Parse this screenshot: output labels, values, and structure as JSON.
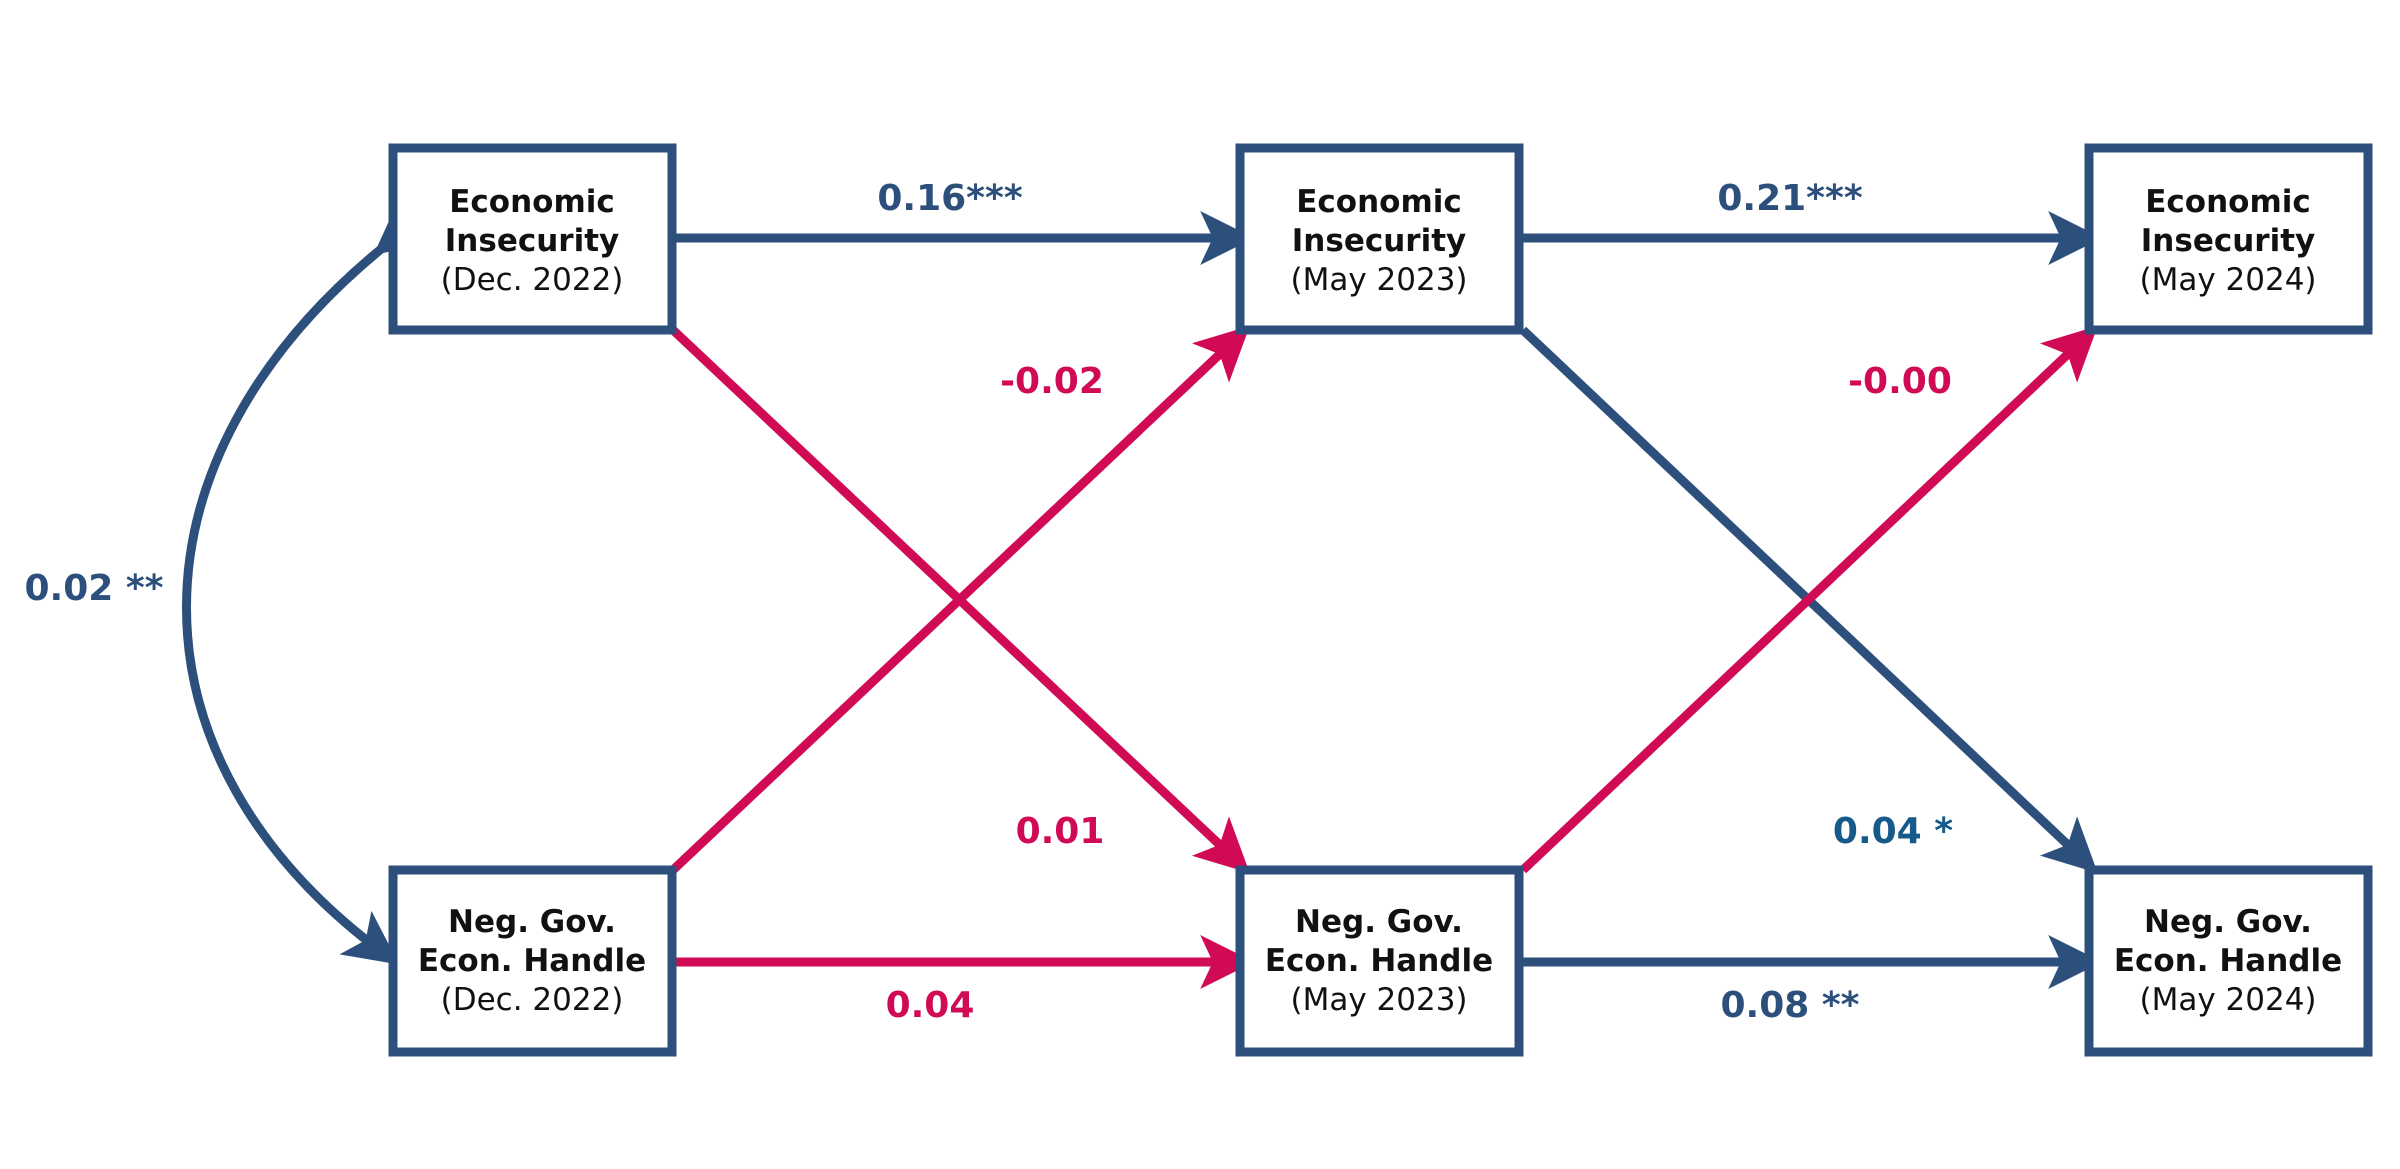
{
  "colors": {
    "stable": "#2d4f7c",
    "stable_label": "#2d4f7c",
    "stable_label_alt": "#165a8a",
    "cross": "#d10a56",
    "box_border": "#2d4f7c",
    "text": "#111111"
  },
  "nodes": {
    "ei_dec22": {
      "line1": "Economic",
      "line2": "Insecurity",
      "date": "(Dec. 2022)"
    },
    "ei_may23": {
      "line1": "Economic",
      "line2": "Insecurity",
      "date": "(May 2023)"
    },
    "ei_may24": {
      "line1": "Economic",
      "line2": "Insecurity",
      "date": "(May 2024)"
    },
    "ng_dec22": {
      "line1": "Neg. Gov.",
      "line2": "Econ. Handle",
      "date": "(Dec. 2022)"
    },
    "ng_may23": {
      "line1": "Neg. Gov.",
      "line2": "Econ. Handle",
      "date": "(May 2023)"
    },
    "ng_may24": {
      "line1": "Neg. Gov.",
      "line2": "Econ. Handle",
      "date": "(May 2024)"
    }
  },
  "paths": {
    "covariance": "0.02 **",
    "ei_dec22_to_ei_may23": "0.16***",
    "ei_may23_to_ei_may24": "0.21***",
    "ng_dec22_to_ei_may23": "-0.02",
    "ng_may23_to_ei_may24": "-0.00",
    "ei_dec22_to_ng_may23": "0.01",
    "ei_may23_to_ng_may24": "0.04 *",
    "ng_dec22_to_ng_may23": "0.04",
    "ng_may23_to_ng_may24": "0.08 **"
  }
}
